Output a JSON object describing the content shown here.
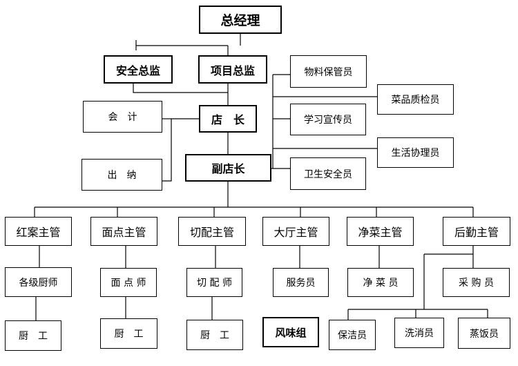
{
  "nodes": {
    "gm": "总经理",
    "safety_director": "安全总监",
    "project_director": "项目总监",
    "accountant": "会　计",
    "cashier": "出　纳",
    "store_manager": "店　长",
    "deputy_manager": "副店长",
    "materials_clerk": "物料保管员",
    "quality_inspector": "菜品质检员",
    "publicity_clerk": "学习宣传员",
    "life_coordinator": "生活协理员",
    "hygiene_safety": "卫生安全员",
    "red_case_supervisor": "红案主管",
    "pastry_supervisor": "面点主管",
    "prep_supervisor": "切配主管",
    "hall_supervisor": "大厅主管",
    "veg_supervisor": "净菜主管",
    "logistics_supervisor": "后勤主管",
    "chefs_all_levels": "各级厨师",
    "pastry_chef": "面 点 师",
    "prep_chef": "切 配 师",
    "waiter": "服务员",
    "veg_worker": "净 菜 员",
    "purchaser": "采 购 员",
    "kitchen_worker_1": "厨　工",
    "kitchen_worker_2": "厨　工",
    "kitchen_worker_3": "厨　工",
    "flavor_group": "风味组",
    "cleaner": "保洁员",
    "dishwasher": "洗消员",
    "rice_steamer": "蒸饭员"
  }
}
